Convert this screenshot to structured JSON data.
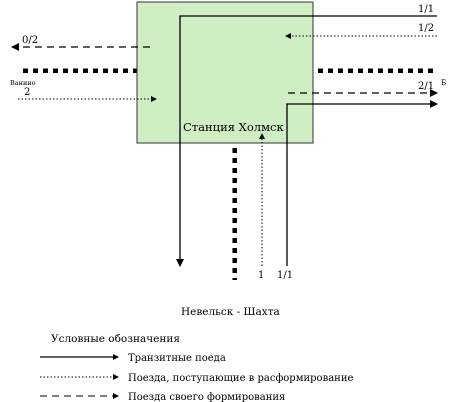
{
  "station": {
    "name": "Станция Холмск",
    "fill": "#cfeec4",
    "stroke": "#333333"
  },
  "directions": {
    "left": "Ванино",
    "right": "Б",
    "bottom": "Невельск - Шахта"
  },
  "flows": {
    "left_out": "0/2",
    "left_in": "2",
    "top_right_1": "1/1",
    "top_right_2": "1/2",
    "right_out": "2/1",
    "bottom_1": "1",
    "bottom_2": "1/1"
  },
  "legend": {
    "title": "Условные обозначения",
    "items": [
      {
        "style": "solid",
        "label": "Транзитные поеда"
      },
      {
        "style": "dotted",
        "label": "Поезда, поступающие в расформирование"
      },
      {
        "style": "dashed",
        "label": "Поезда своего формирования"
      }
    ]
  }
}
